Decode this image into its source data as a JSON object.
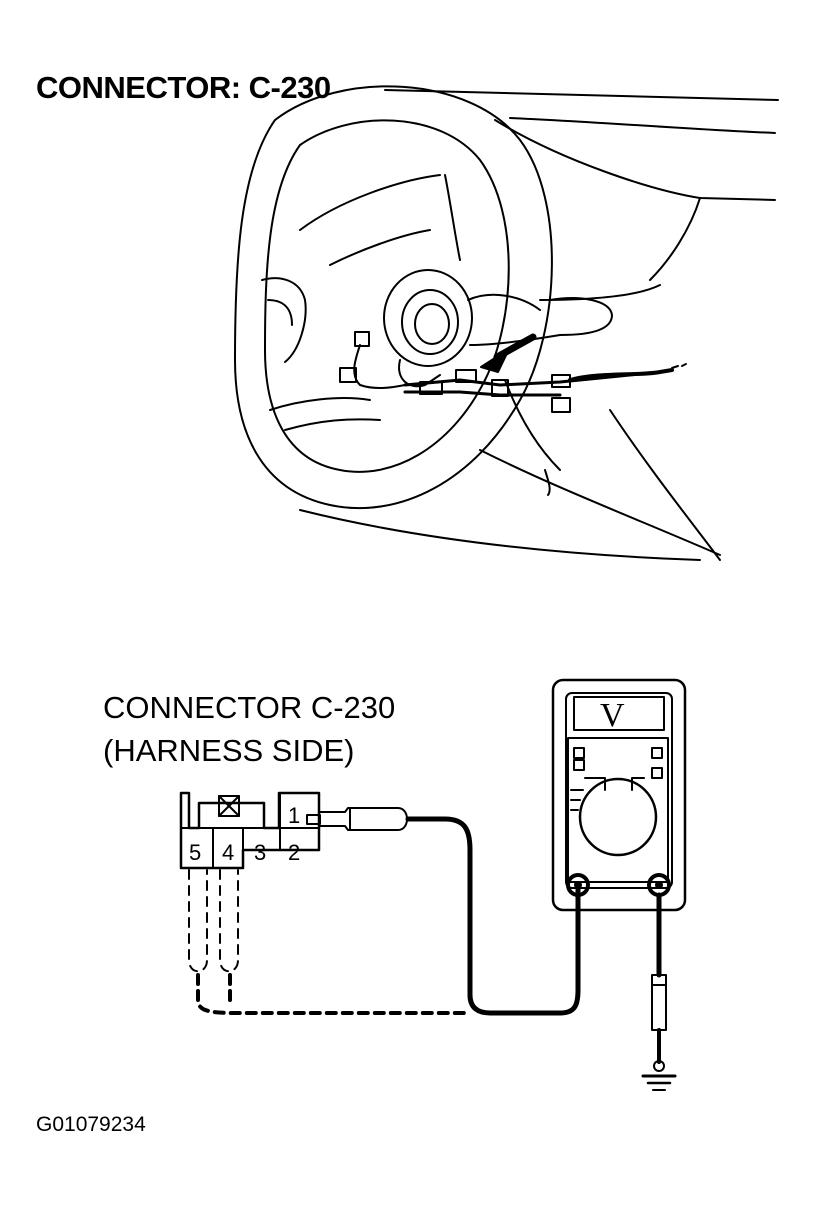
{
  "header": {
    "title": "CONNECTOR: C-230"
  },
  "test_diagram": {
    "connector_label": "CONNECTOR C-230",
    "side_label": "(HARNESS SIDE)",
    "pins": {
      "p1": "1",
      "p2": "2",
      "p3": "3",
      "p4": "4",
      "p5": "5"
    },
    "meter_display": "V"
  },
  "footer": {
    "figure_code": "G01079234"
  }
}
